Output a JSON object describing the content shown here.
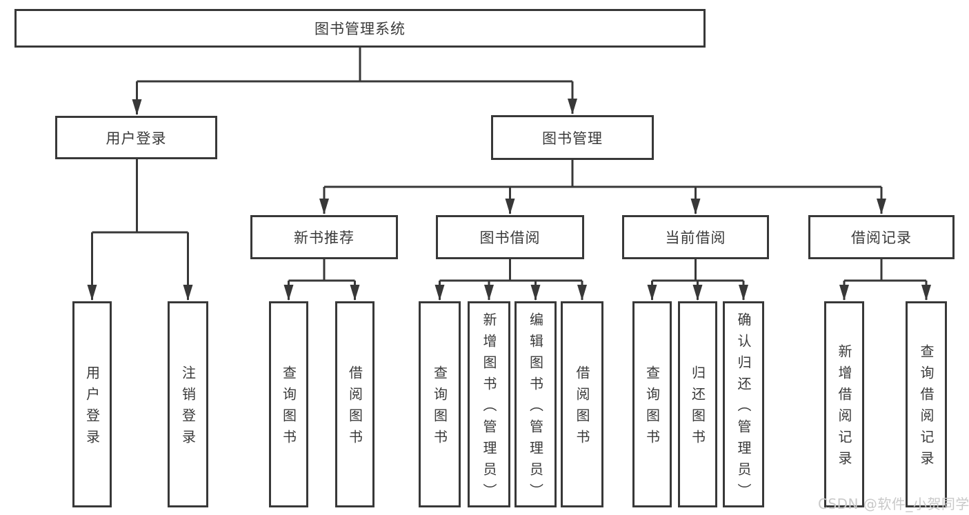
{
  "diagram": {
    "type": "hierarchy-tree",
    "orientation": "top-down",
    "colors": {
      "line": "#383838",
      "box_border": "#383838",
      "box_fill": "#ffffff",
      "text": "#3a3a3a",
      "watermark_text_color": "#c9c9c9"
    },
    "nodes": {
      "root": "图书管理系统",
      "user_login": "用户登录",
      "book_mgmt": "图书管理",
      "new_rec": "新书推荐",
      "borrow": "图书借阅",
      "current": "当前借阅",
      "records": "借阅记录",
      "ul_login": "用户登录",
      "ul_logout": "注销登录",
      "nr_query": "查询图书",
      "nr_borrow": "借阅图书",
      "bb_query": "查询图书",
      "bb_add": "新增图书（管理员）",
      "bb_edit": "编辑图书（管理员）",
      "bb_borrow": "借阅图书",
      "cb_query": "查询图书",
      "cb_return": "归还图书",
      "cb_confirm": "确认归还（管理员）",
      "br_add": "新增借阅记录",
      "br_query": "查询借阅记录"
    },
    "hierarchy": {
      "图书管理系统": {
        "用户登录": [
          "用户登录",
          "注销登录"
        ],
        "图书管理": {
          "新书推荐": [
            "查询图书",
            "借阅图书"
          ],
          "图书借阅": [
            "查询图书",
            "新增图书（管理员）",
            "编辑图书（管理员）",
            "借阅图书"
          ],
          "当前借阅": [
            "查询图书",
            "归还图书",
            "确认归还（管理员）"
          ],
          "借阅记录": [
            "新增借阅记录",
            "查询借阅记录"
          ]
        }
      }
    },
    "watermark": "CSDN @软件_小贺同学"
  }
}
